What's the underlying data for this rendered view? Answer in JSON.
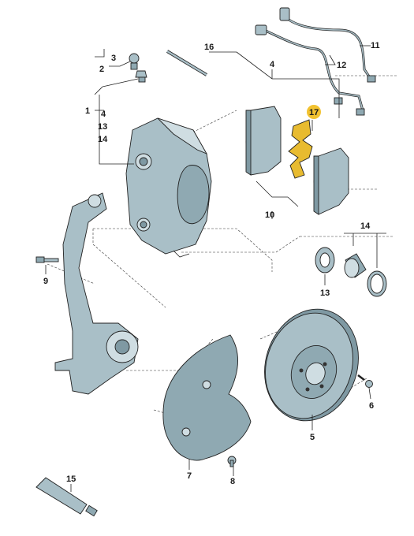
{
  "colors": {
    "part_fill": "#a9bfc7",
    "part_dark": "#7f99a3",
    "part_light": "#cfdde2",
    "highlight_fill": "#f2c230",
    "highlight_part": "#e8bb30",
    "outline": "#222222"
  },
  "labels": {
    "l1": "1",
    "l2": "2",
    "l3": "3",
    "l4_top": "4",
    "l4_left": "4",
    "l13_left": "13",
    "l14_left": "14",
    "l16": "16",
    "l11": "11",
    "l12": "12",
    "l17": "17",
    "l10": "10",
    "l14_right": "14",
    "l13_right": "13",
    "l9": "9",
    "l6": "6",
    "l5": "5",
    "l7": "7",
    "l8": "8",
    "l15": "15"
  }
}
